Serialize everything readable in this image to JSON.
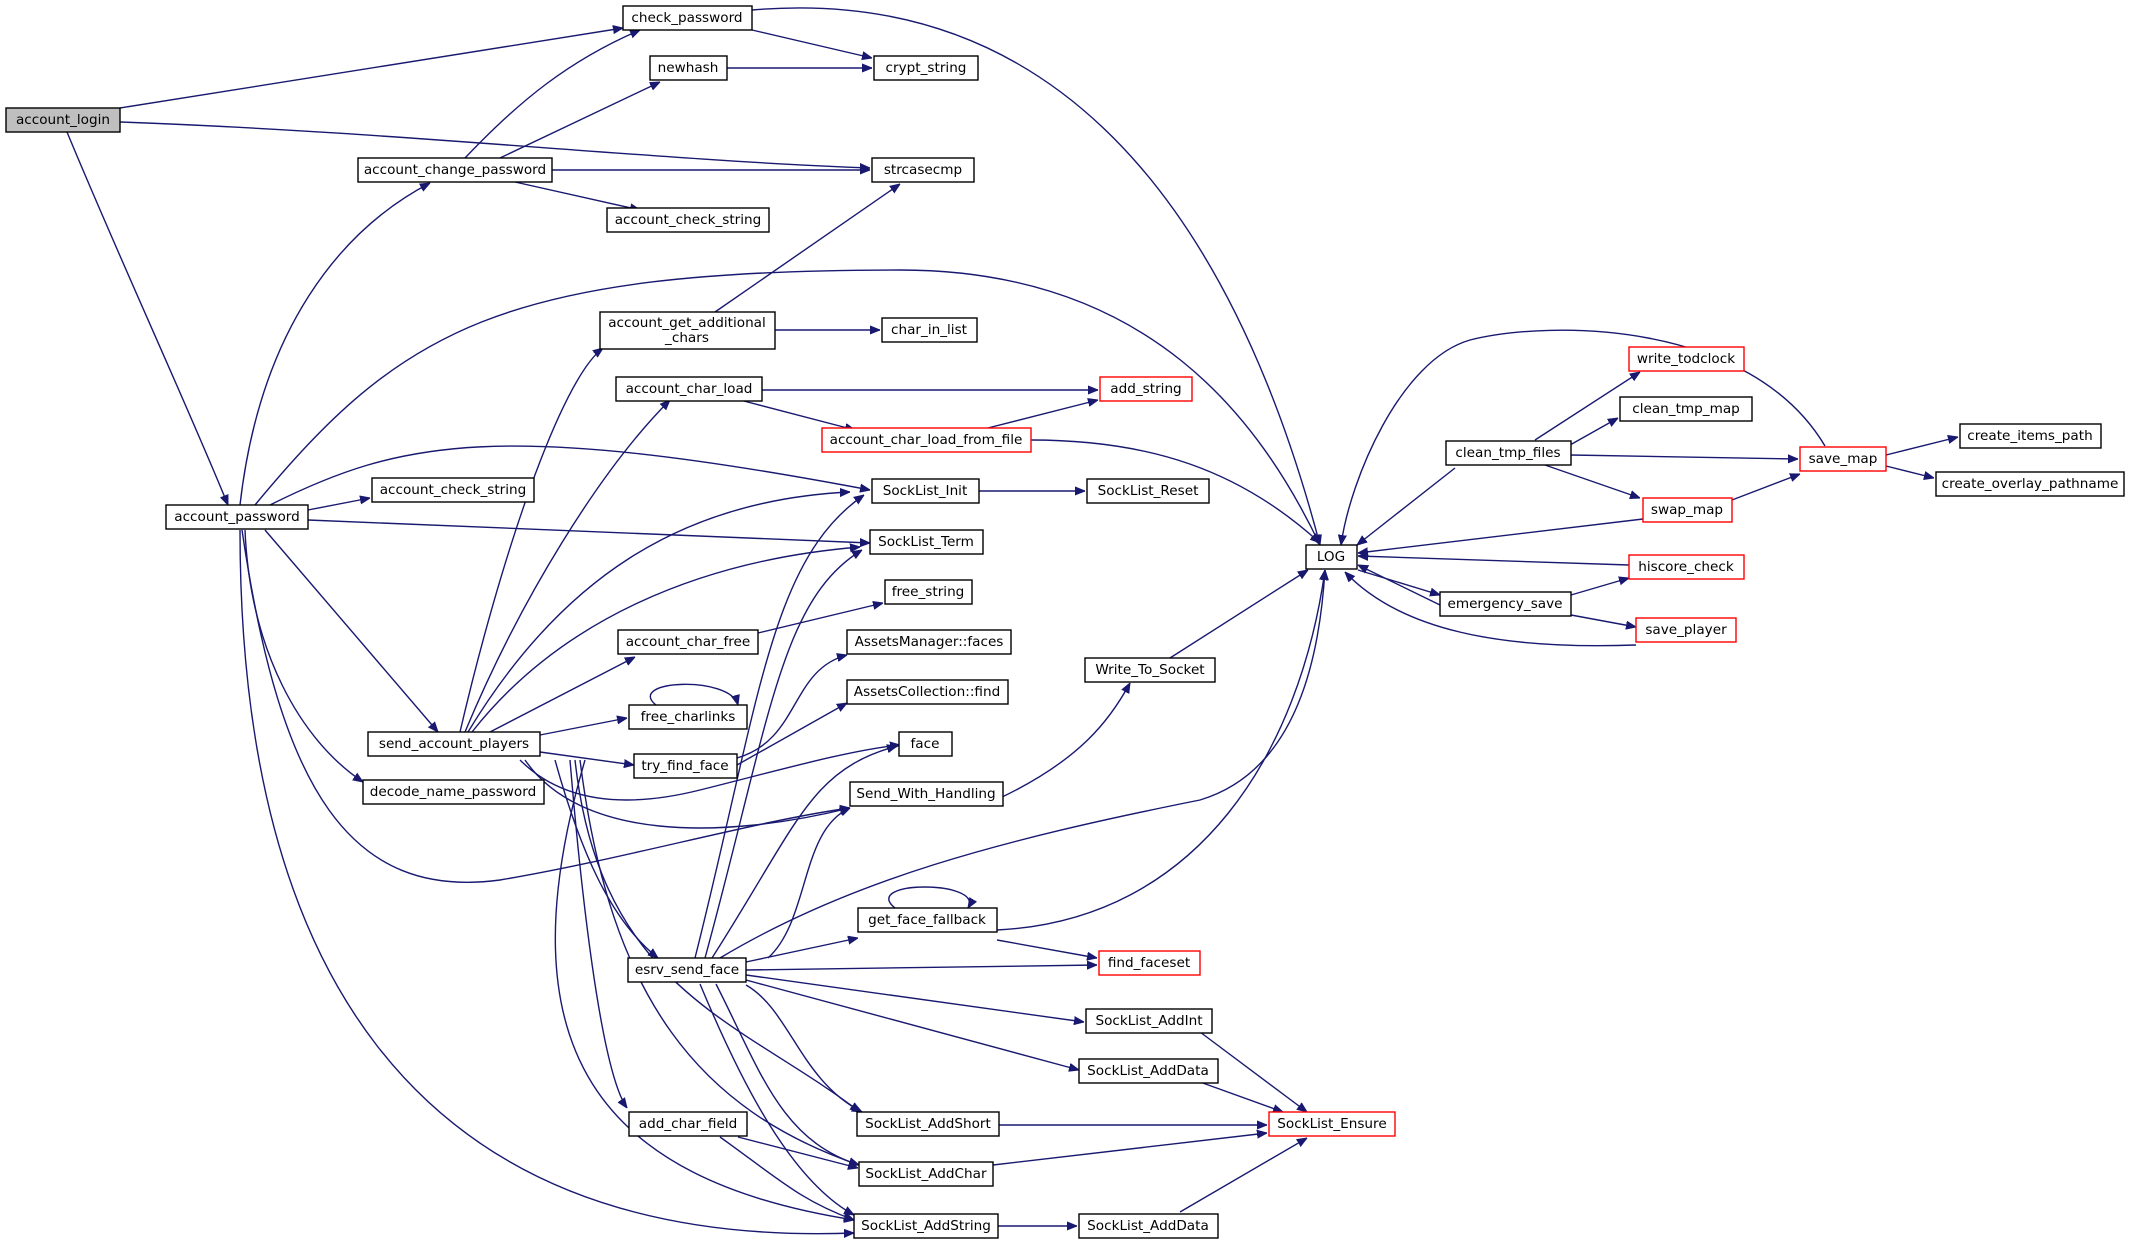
{
  "nodes": {
    "account_login": "account_login",
    "check_password": "check_password",
    "newhash": "newhash",
    "crypt_string": "crypt_string",
    "strcasecmp": "strcasecmp",
    "account_change_password": "account_change_password",
    "account_check_string_1": "account_check_string",
    "account_get_additional_chars_l1": "account_get_additional",
    "account_get_additional_chars_l2": "_chars",
    "char_in_list": "char_in_list",
    "account_char_load": "account_char_load",
    "add_string": "add_string",
    "account_char_load_from_file": "account_char_load_from_file",
    "account_password": "account_password",
    "account_check_string_2": "account_check_string",
    "SockList_Init": "SockList_Init",
    "SockList_Reset": "SockList_Reset",
    "SockList_Term": "SockList_Term",
    "free_string": "free_string",
    "account_char_free": "account_char_free",
    "AssetsManager_faces": "AssetsManager::faces",
    "free_charlinks": "free_charlinks",
    "AssetsCollection_find": "AssetsCollection::find",
    "send_account_players": "send_account_players",
    "try_find_face": "try_find_face",
    "face": "face",
    "decode_name_password": "decode_name_password",
    "Send_With_Handling": "Send_With_Handling",
    "Write_To_Socket": "Write_To_Socket",
    "get_face_fallback": "get_face_fallback",
    "esrv_send_face": "esrv_send_face",
    "find_faceset": "find_faceset",
    "SockList_AddInt": "SockList_AddInt",
    "SockList_AddData_1": "SockList_AddData",
    "add_char_field": "add_char_field",
    "SockList_AddShort": "SockList_AddShort",
    "SockList_Ensure": "SockList_Ensure",
    "SockList_AddChar": "SockList_AddChar",
    "SockList_AddString": "SockList_AddString",
    "SockList_AddData_2": "SockList_AddData",
    "LOG": "LOG",
    "clean_tmp_files": "clean_tmp_files",
    "write_todclock": "write_todclock",
    "clean_tmp_map": "clean_tmp_map",
    "save_map": "save_map",
    "create_items_path": "create_items_path",
    "create_overlay_pathname": "create_overlay_pathname",
    "swap_map": "swap_map",
    "hiscore_check": "hiscore_check",
    "emergency_save": "emergency_save",
    "save_player": "save_player"
  },
  "colors": {
    "edge": "#191970",
    "node_border": "#000000",
    "node_border_truncated": "#ff0000",
    "root_fill": "#bfbfbf",
    "background": "#ffffff"
  }
}
